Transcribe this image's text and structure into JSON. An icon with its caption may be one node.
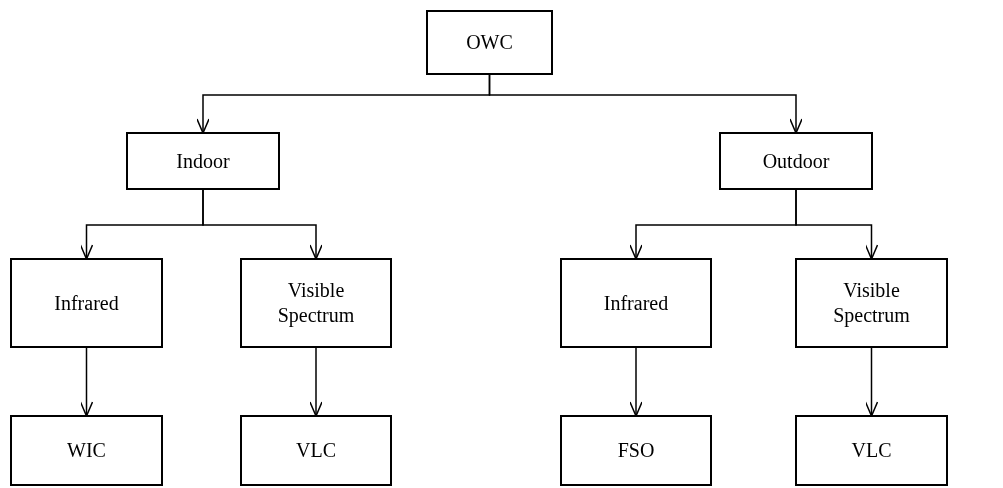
{
  "diagram": {
    "nodes": [
      {
        "text": [
          "OWC"
        ]
      },
      {
        "text": [
          "Indoor"
        ]
      },
      {
        "text": [
          "Outdoor"
        ]
      },
      {
        "text": [
          "Infrared"
        ]
      },
      {
        "text": [
          "Visible Spectrum"
        ]
      },
      {
        "text": [
          "Infrared"
        ]
      },
      {
        "text": [
          "Visible Spectrum"
        ]
      },
      {
        "text": [
          "WIC"
        ]
      },
      {
        "text": [
          "VLC"
        ]
      },
      {
        "text": [
          "FSO"
        ]
      },
      {
        "text": [
          "VLC"
        ]
      }
    ],
    "edges": [
      {
        "from": 0,
        "to": 1,
        "arrow": "to"
      },
      {
        "from": 0,
        "to": 2,
        "arrow": "to"
      },
      {
        "from": 1,
        "to": 3,
        "arrow": "to"
      },
      {
        "from": 1,
        "to": 4,
        "arrow": "to"
      },
      {
        "from": 2,
        "to": 5,
        "arrow": "to"
      },
      {
        "from": 2,
        "to": 6,
        "arrow": "to"
      },
      {
        "from": 3,
        "to": 7,
        "arrow": "to"
      },
      {
        "from": 4,
        "to": 8,
        "arrow": "to"
      },
      {
        "from": 5,
        "to": 9,
        "arrow": "to"
      },
      {
        "from": 6,
        "to": 10,
        "arrow": "to"
      }
    ]
  }
}
